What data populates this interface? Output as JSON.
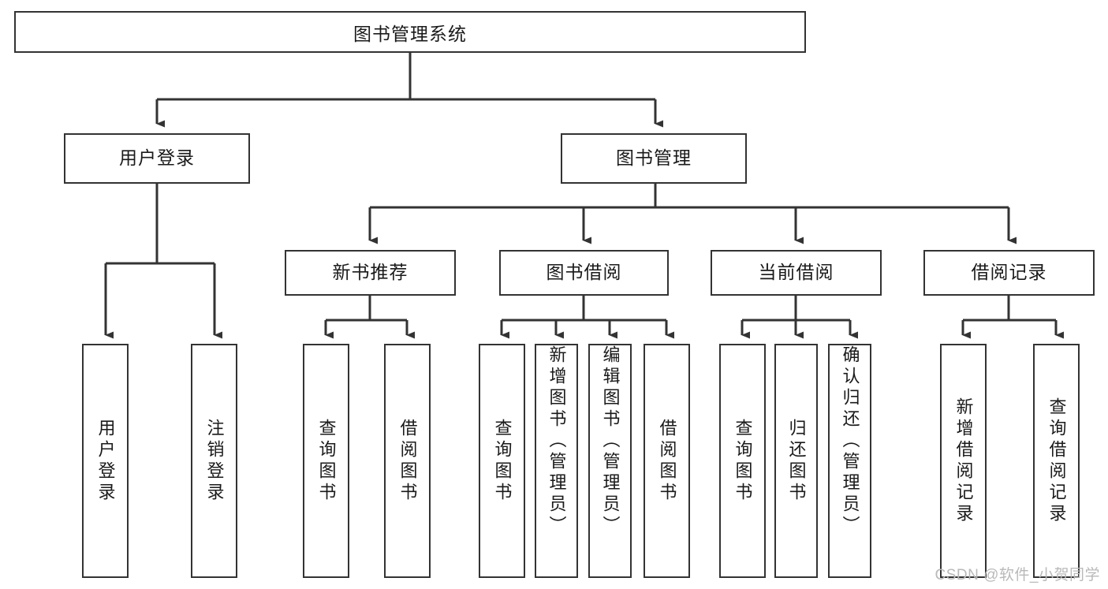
{
  "diagram": {
    "title": "图书管理系统",
    "type": "tree-hierarchy-flowchart",
    "root": {
      "id": "root",
      "label": "图书管理系统"
    },
    "level2": [
      {
        "id": "user-login",
        "label": "用户登录"
      },
      {
        "id": "book-manage",
        "label": "图书管理"
      }
    ],
    "level3": [
      {
        "id": "new-book-recommend",
        "label": "新书推荐"
      },
      {
        "id": "book-borrow",
        "label": "图书借阅"
      },
      {
        "id": "current-borrow",
        "label": "当前借阅"
      },
      {
        "id": "borrow-record",
        "label": "借阅记录"
      }
    ],
    "leaves": {
      "user_login": [
        {
          "id": "leaf-user-login",
          "label": "用户登录"
        },
        {
          "id": "leaf-logout-login",
          "label": "注销登录"
        }
      ],
      "new_book_recommend": [
        {
          "id": "leaf-query-book-1",
          "label": "查询图书"
        },
        {
          "id": "leaf-borrow-book-1",
          "label": "借阅图书"
        }
      ],
      "book_borrow": [
        {
          "id": "leaf-query-book-2",
          "label": "查询图书"
        },
        {
          "id": "leaf-add-book",
          "label": "新增图书（管理员）"
        },
        {
          "id": "leaf-edit-book",
          "label": "编辑图书（管理员）"
        },
        {
          "id": "leaf-borrow-book-2",
          "label": "借阅图书"
        }
      ],
      "current_borrow": [
        {
          "id": "leaf-query-book-3",
          "label": "查询图书"
        },
        {
          "id": "leaf-return-book",
          "label": "归还图书"
        },
        {
          "id": "leaf-confirm-return",
          "label": "确认归还（管理员）"
        }
      ],
      "borrow_record": [
        {
          "id": "leaf-add-record",
          "label": "新增借阅记录"
        },
        {
          "id": "leaf-query-record",
          "label": "查询借阅记录"
        }
      ]
    }
  },
  "watermark": {
    "text": "CSDN @软件_小贺同学"
  },
  "colors": {
    "border": "#333333",
    "background": "#ffffff",
    "text": "#1a1a1a",
    "watermark": "#b9b9b9"
  }
}
